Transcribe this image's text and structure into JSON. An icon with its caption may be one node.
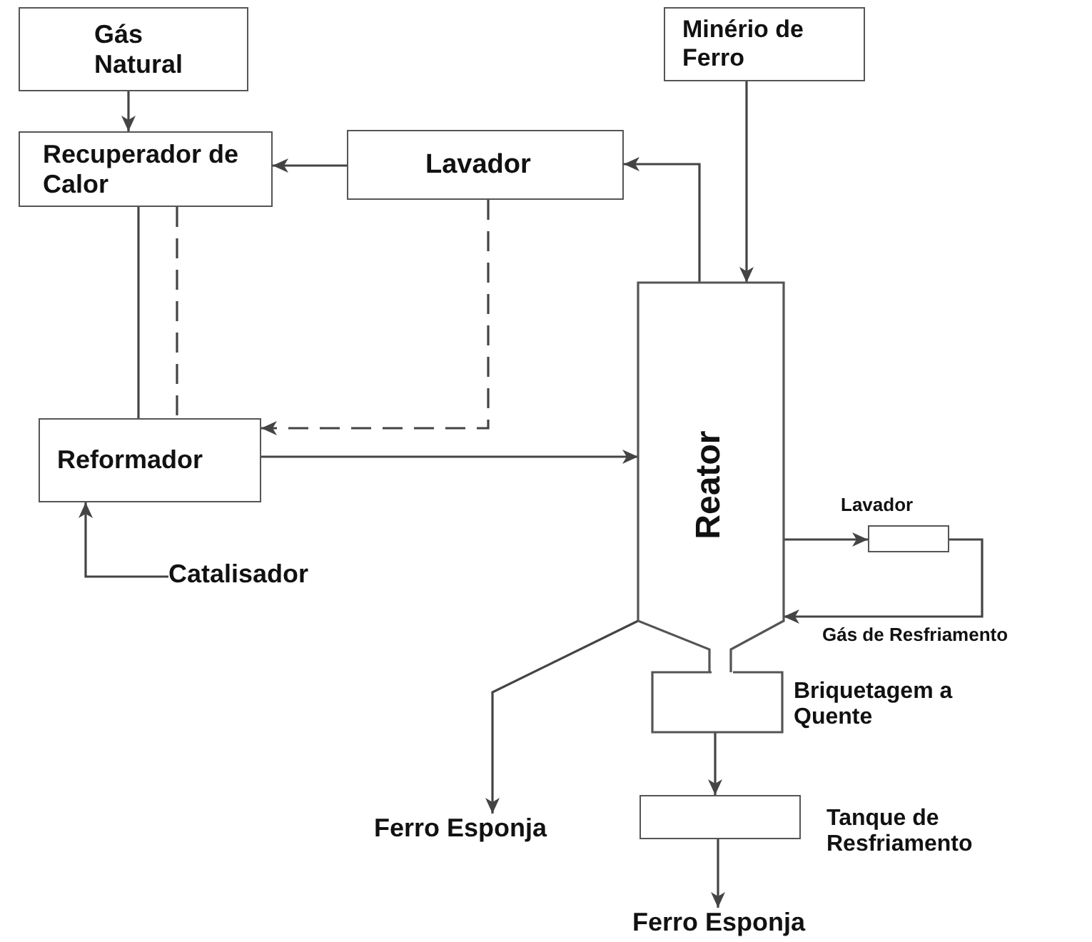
{
  "diagram": {
    "nodes": [
      {
        "text": [
          "Gás Natural"
        ]
      },
      {
        "text": [
          "Recuperador de Calor"
        ]
      },
      {
        "text": [
          "Lavador"
        ]
      },
      {
        "text": [
          "Minério de Ferro"
        ]
      },
      {
        "text": [
          "Reator"
        ]
      },
      {
        "text": [
          "Reformador"
        ]
      },
      {
        "text": [
          "Catalisador"
        ]
      },
      {
        "text": [
          "Lavador"
        ]
      },
      {
        "text": [
          "Briquetagem a Quente"
        ]
      },
      {
        "text": [
          "Tanque de Resfriamento"
        ]
      },
      {
        "text": [
          "Ferro Esponja"
        ]
      },
      {
        "text": [
          "Ferro Esponja"
        ]
      }
    ],
    "edges": [
      {
        "from": 0,
        "to": 1,
        "arrow": "to"
      },
      {
        "from": 2,
        "to": 1,
        "arrow": "to"
      },
      {
        "from": 4,
        "to": 2,
        "arrow": "to"
      },
      {
        "from": 3,
        "to": 4,
        "arrow": "to"
      },
      {
        "from": 2,
        "to": 5,
        "arrow": "to",
        "style": "dashed"
      },
      {
        "from": 1,
        "to": 5,
        "arrow": "none"
      },
      {
        "from": 1,
        "to": 5,
        "arrow": "none",
        "style": "dashed"
      },
      {
        "from": 5,
        "to": 4,
        "arrow": "to"
      },
      {
        "from": 6,
        "to": 5,
        "arrow": "to"
      },
      {
        "from": 4,
        "to": 7,
        "arrow": "to"
      },
      {
        "from": 7,
        "to": 4,
        "arrow": "to"
      },
      {
        "from": 4,
        "to": 10,
        "arrow": "to"
      },
      {
        "from": 8,
        "to": 9,
        "arrow": "to"
      },
      {
        "from": 9,
        "to": 11,
        "arrow": "to"
      }
    ],
    "labels": [
      "Gás de Resfriamento"
    ]
  }
}
